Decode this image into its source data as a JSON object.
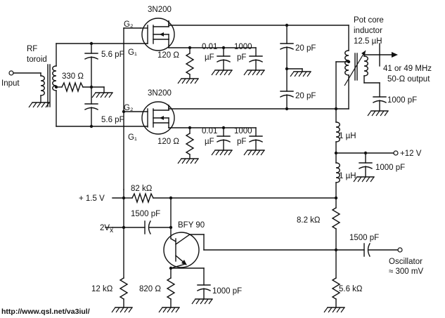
{
  "labels": {
    "q1_part": "3N200",
    "q2_part": "3N200",
    "q3_part": "BFY 90",
    "g2_top": "G₂",
    "g1_top": "G₁",
    "g2_bot": "G₂",
    "g1_bot": "G₁",
    "rf_toroid": "RF\ntoroid",
    "input": "Input",
    "r_330": "330 Ω",
    "c_5p6_top": "5.6 pF",
    "c_5p6_bot": "5.6 pF",
    "r_120_top": "120 Ω",
    "r_120_bot": "120 Ω",
    "c_001_top": "0.01\nµF",
    "c_001_bot": "0.01\nµF",
    "c_1000_top": "1000\npF",
    "c_1000_bot": "1000\npF",
    "c_20_top": "20 pF",
    "c_20_bot": "20 pF",
    "pot_core": "Pot core\ninductor\n12.5 µH",
    "output": "41 or 49 MHz\n50-Ω output",
    "c_1000_out": "1000 pF",
    "l_1uh_top": "1 µH",
    "l_1uh_bot": "1 µH",
    "vcc": "+12 V",
    "c_1000_vcc": "1000 pF",
    "v15": "+ 1.5 V",
    "r_82k": "82 kΩ",
    "c_1500_base": "1500 pF",
    "v2x": "2V",
    "v2x_sub": "x",
    "r_8k2": "8.2 kΩ",
    "c_1500_osc": "1500 pF",
    "osc": "Oscillator\n≈ 300 mV",
    "r_12k": "12 kΩ",
    "r_820": "820 Ω",
    "c_1000_emit": "1000 pF",
    "r_5k6": "5.6 kΩ",
    "url": "http://www.qsl.net/va3iul/"
  }
}
